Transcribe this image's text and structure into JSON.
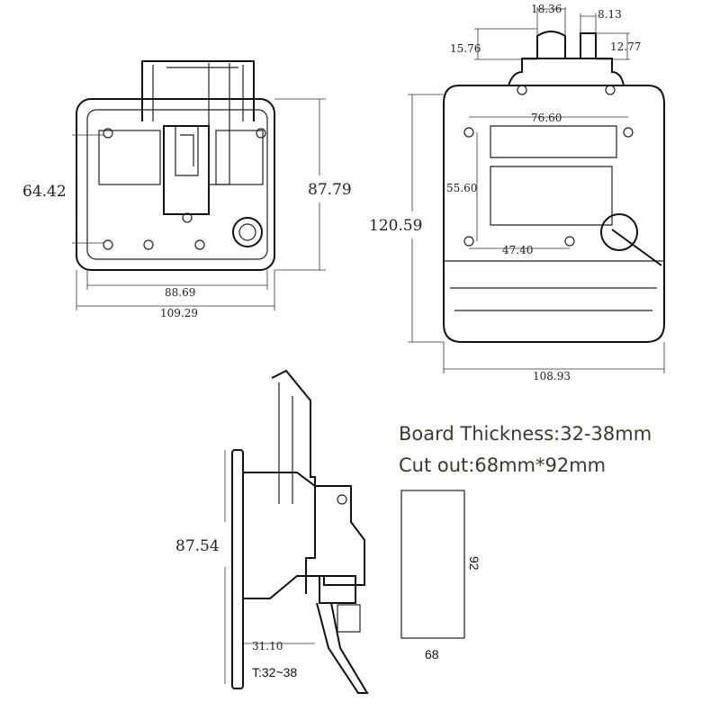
{
  "front_view": {
    "dims": {
      "inner_height": "64.42",
      "outer_height": "87.79",
      "inner_width": "88.69",
      "outer_width": "109.29"
    }
  },
  "rear_view": {
    "dims": {
      "knob_width": "18.36",
      "tab_width": "8.13",
      "knob_height": "15.76",
      "tab_height": "12.77",
      "hole_span_top": "76.60",
      "hole_span_vertical": "55.60",
      "hole_span_bottom": "47.40",
      "height": "120.59",
      "width": "108.93"
    }
  },
  "side_view": {
    "dims": {
      "height": "87.54",
      "depth": "31.10"
    },
    "thickness_label": "T:32~38"
  },
  "notes": {
    "board_thickness": "Board Thickness:32-38mm",
    "cut_out": "Cut out:68mm*92mm"
  },
  "cutout_diagram": {
    "height_label": "92",
    "width_label": "68"
  }
}
